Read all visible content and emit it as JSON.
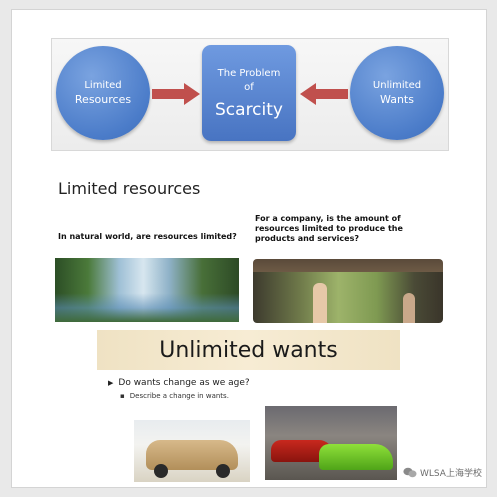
{
  "diagram": {
    "left_circle": {
      "line1": "Limited",
      "line2": "Resources"
    },
    "center_box": {
      "line1": "The Problem",
      "line2": "of",
      "line3": "Scarcity"
    },
    "right_circle": {
      "line1": "Unlimited",
      "line2": "Wants"
    },
    "arrow_color": "#c0504d",
    "shape_color": "#4f81bd"
  },
  "limited_resources": {
    "title": "Limited resources",
    "question_left": "In natural world, are resources limited?",
    "question_right": "For a company, is the amount of resources limited to produce the products and services?"
  },
  "unlimited_wants": {
    "title": "Unlimited wants",
    "bullet1": "Do wants change as we age?",
    "bullet2": "Describe a change in wants."
  },
  "watermark": {
    "text": "WLSA上海学校",
    "icon": "wechat-icon"
  }
}
